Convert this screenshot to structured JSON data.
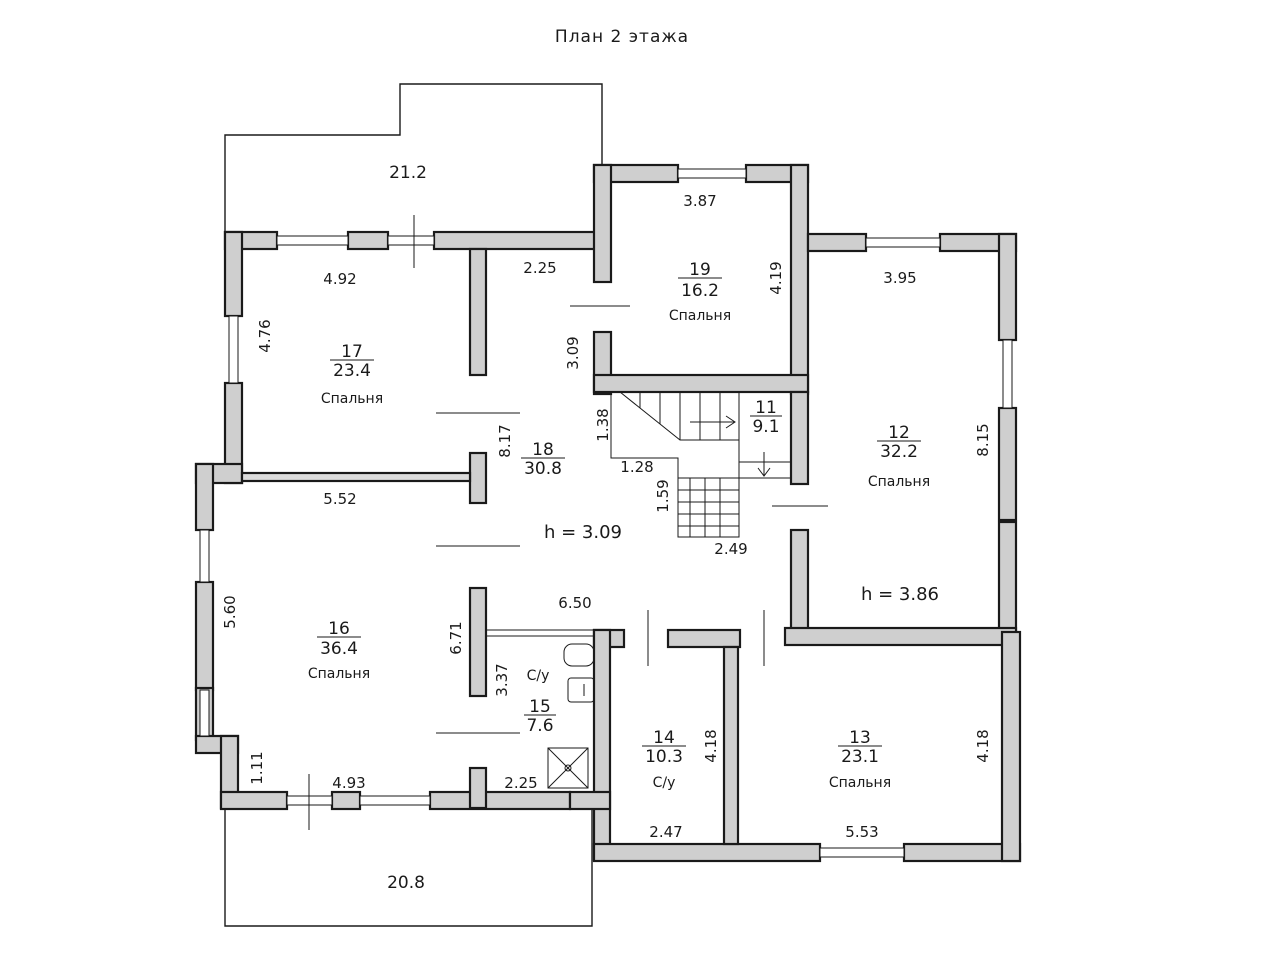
{
  "title": "План 2 этажа",
  "terraces": {
    "top_area": "21.2",
    "bottom_area": "20.8"
  },
  "rooms": [
    {
      "id": "17",
      "area": "23.4",
      "name": "Спальня"
    },
    {
      "id": "19",
      "area": "16.2",
      "name": "Спальня"
    },
    {
      "id": "18",
      "area": "30.8",
      "name": ""
    },
    {
      "id": "11",
      "area": "9.1",
      "name": ""
    },
    {
      "id": "12",
      "area": "32.2",
      "name": "Спальня"
    },
    {
      "id": "16",
      "area": "36.4",
      "name": "Спальня"
    },
    {
      "id": "15",
      "area": "7.6",
      "name": "С/у"
    },
    {
      "id": "14",
      "area": "10.3",
      "name": "С/у"
    },
    {
      "id": "13",
      "area": "23.1",
      "name": "Спальня"
    }
  ],
  "heights": {
    "hall": "h  =  3.09",
    "room12": "h  =  3.86"
  },
  "dimensions": {
    "r17_w": "4.92",
    "r17_h": "4.76",
    "r19_w": "3.87",
    "r19_h": "4.19",
    "r18_top": "2.25",
    "r18_left_upper": "3.09",
    "r18_h": "8.17",
    "r18_bottom": "6.50",
    "stair_a": "1.38",
    "stair_b": "1.28",
    "stair_c": "1.59",
    "stair_d": "2.49",
    "r12_w": "3.95",
    "r12_h": "8.15",
    "r16_w": "5.52",
    "r16_h": "5.60",
    "r16_right": "6.71",
    "r16_small": "1.11",
    "r16_bottom": "4.93",
    "r15_h": "3.37",
    "r15_w": "2.25",
    "r14_h": "4.18",
    "r14_w": "2.47",
    "r13_w": "5.53",
    "r13_h": "4.18"
  }
}
